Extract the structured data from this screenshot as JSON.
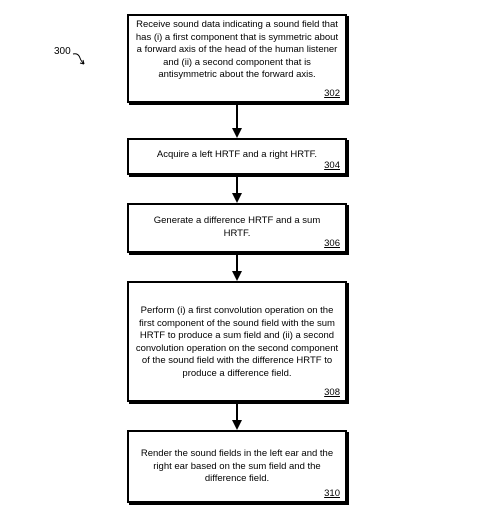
{
  "figure": {
    "label": "300"
  },
  "steps": [
    {
      "text": "Receive sound data indicating a sound field that has (i) a first component that is symmetric about a forward axis of the head of the human listener and (ii) a second component that is antisymmetric about the forward axis.",
      "ref": "302"
    },
    {
      "text": "Acquire a left HRTF and a right HRTF.",
      "ref": "304"
    },
    {
      "text": "Generate a difference HRTF and a sum HRTF.",
      "ref": "306"
    },
    {
      "text": "Perform (i) a first convolution operation on the first component of the sound field with the sum HRTF to produce a sum field and (ii) a second convolution operation on the second component of the sound field with the difference HRTF to produce a difference field.",
      "ref": "308"
    },
    {
      "text": "Render the sound fields in the left ear and the right ear based on the sum field and the difference field.",
      "ref": "310"
    }
  ]
}
